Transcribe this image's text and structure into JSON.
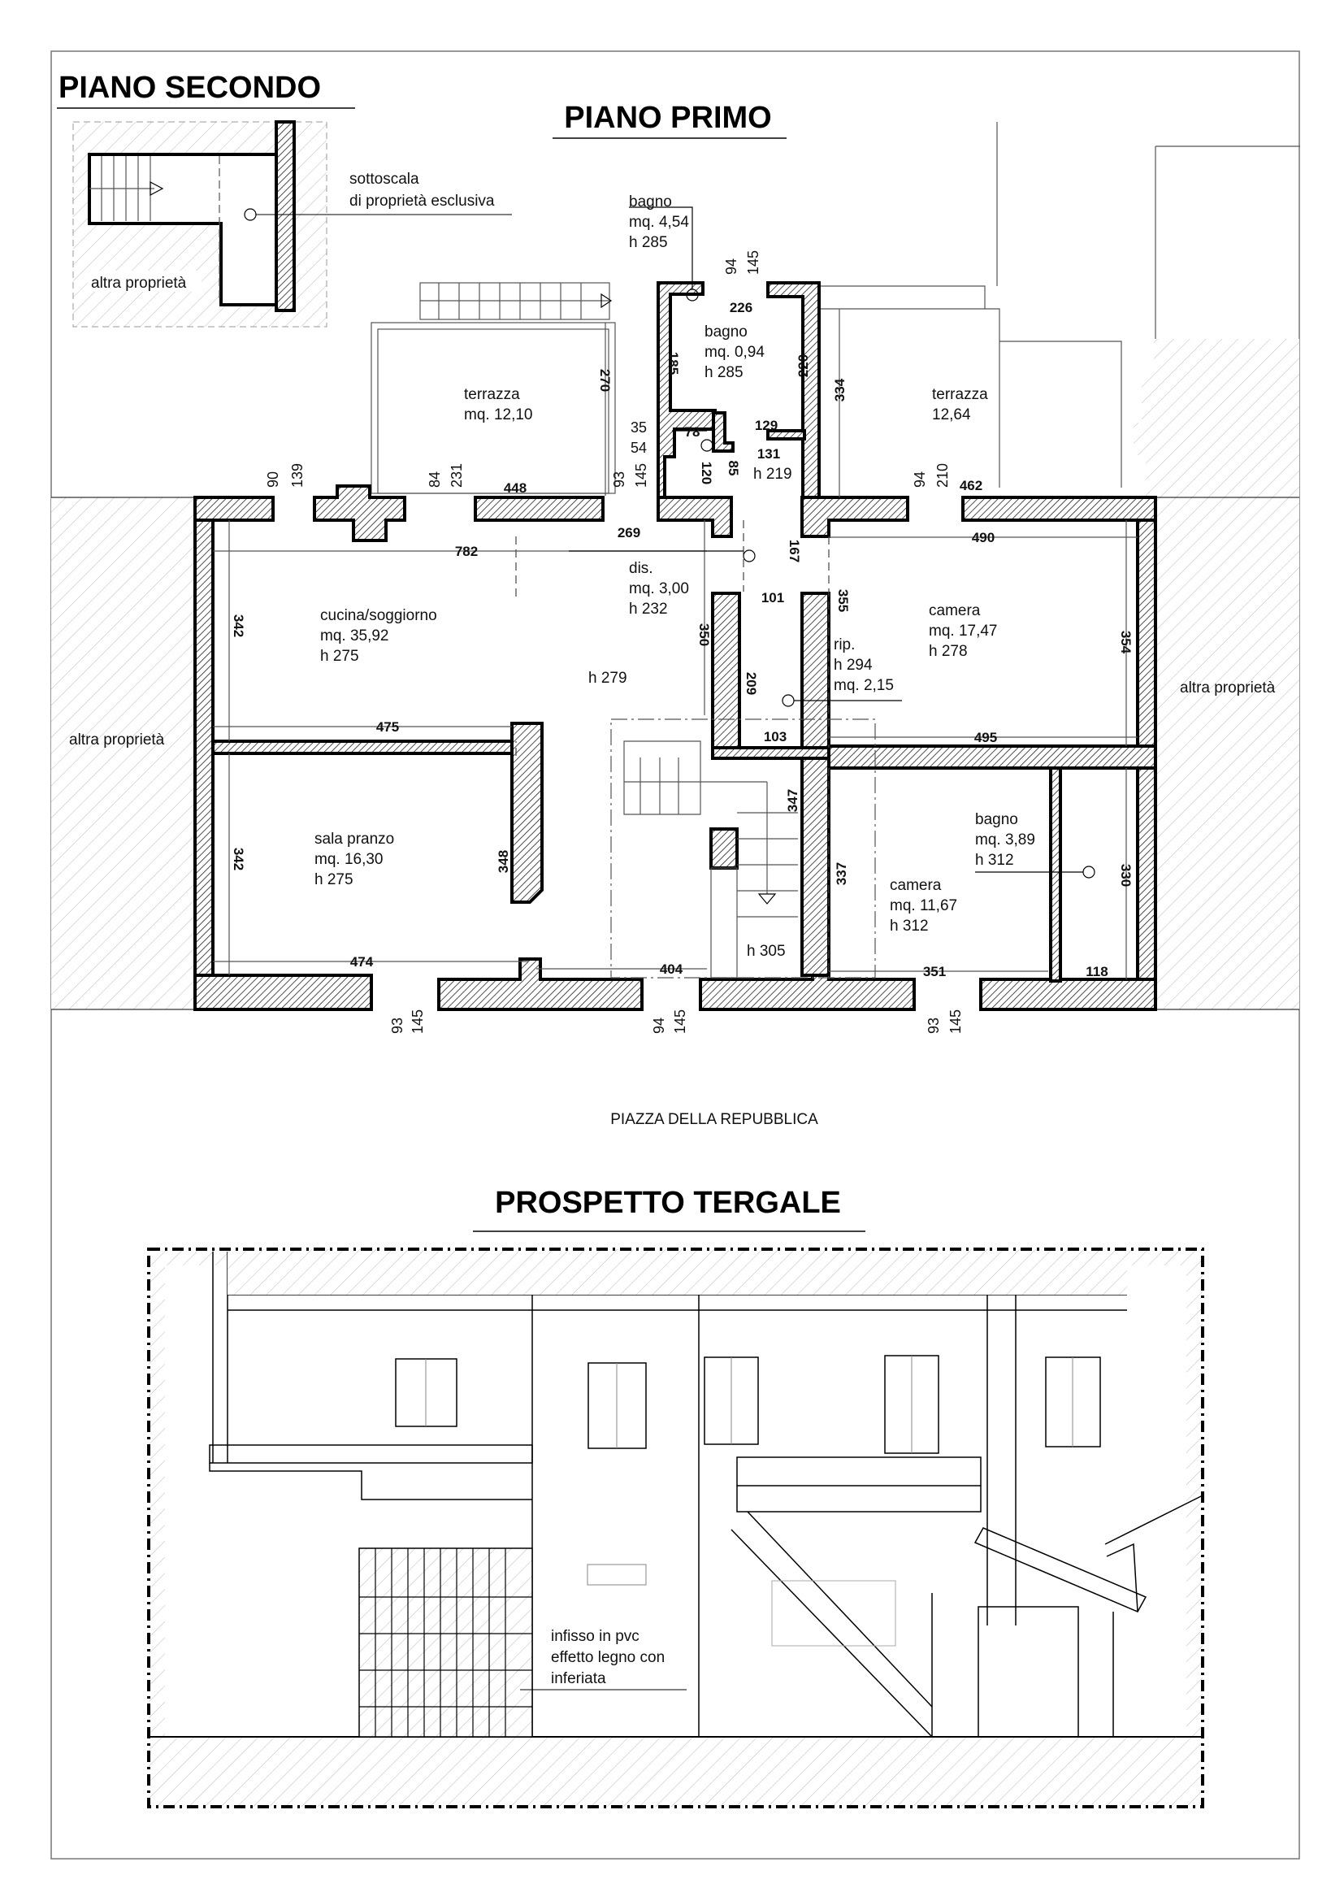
{
  "titles": {
    "piano_secondo": "PIANO SECONDO",
    "piano_primo": "PIANO PRIMO",
    "prospetto": "PROSPETTO TERGALE"
  },
  "inset": {
    "note_line1": "sottoscala",
    "note_line2": "di proprietà esclusiva",
    "altra": "altra proprietà"
  },
  "rooms": {
    "bagno_ext": [
      "bagno",
      "mq. 4,54",
      "h 285"
    ],
    "bagno_small": [
      "bagno",
      "mq. 0,94",
      "h 285"
    ],
    "terrazza_left": [
      "terrazza",
      "mq. 12,10"
    ],
    "terrazza_right": [
      "terrazza",
      "12,64"
    ],
    "dis": [
      "dis.",
      "mq. 3,00",
      "h 232"
    ],
    "cucina": [
      "cucina/soggiorno",
      "mq. 35,92",
      "h 275"
    ],
    "ingresso_h": "h 279",
    "rip": [
      "rip.",
      "h 294",
      "mq. 2,15"
    ],
    "camera1": [
      "camera",
      "mq. 17,47",
      "h 278"
    ],
    "sala": [
      "sala pranzo",
      "mq. 16,30",
      "h 275"
    ],
    "bagno2": [
      "bagno",
      "mq. 3,89",
      "h 312"
    ],
    "camera2": [
      "camera",
      "mq. 11,67",
      "h 312"
    ],
    "scala_h": "h 305",
    "wc_h": "h 219",
    "altra_left": "altra proprietà",
    "altra_right": "altra proprietà",
    "street": "PIAZZA DELLA REPUBBLICA"
  },
  "dims": {
    "h": [
      "226",
      "448",
      "462",
      "269",
      "782",
      "490",
      "101",
      "129",
      "78",
      "131",
      "475",
      "103",
      "495",
      "474",
      "404",
      "351",
      "118"
    ],
    "v": [
      "185",
      "220",
      "270",
      "334",
      "85",
      "120",
      "167",
      "342",
      "350",
      "355",
      "354",
      "209",
      "347",
      "342",
      "348",
      "337",
      "330"
    ],
    "windows": [
      "90",
      "139",
      "84",
      "231",
      "93",
      "145",
      "35",
      "54",
      "94",
      "145",
      "94",
      "210",
      "93",
      "145",
      "94",
      "145",
      "93",
      "145"
    ]
  },
  "elevation": {
    "note": [
      "infisso in pvc",
      "effetto legno con",
      "inferiata"
    ]
  }
}
